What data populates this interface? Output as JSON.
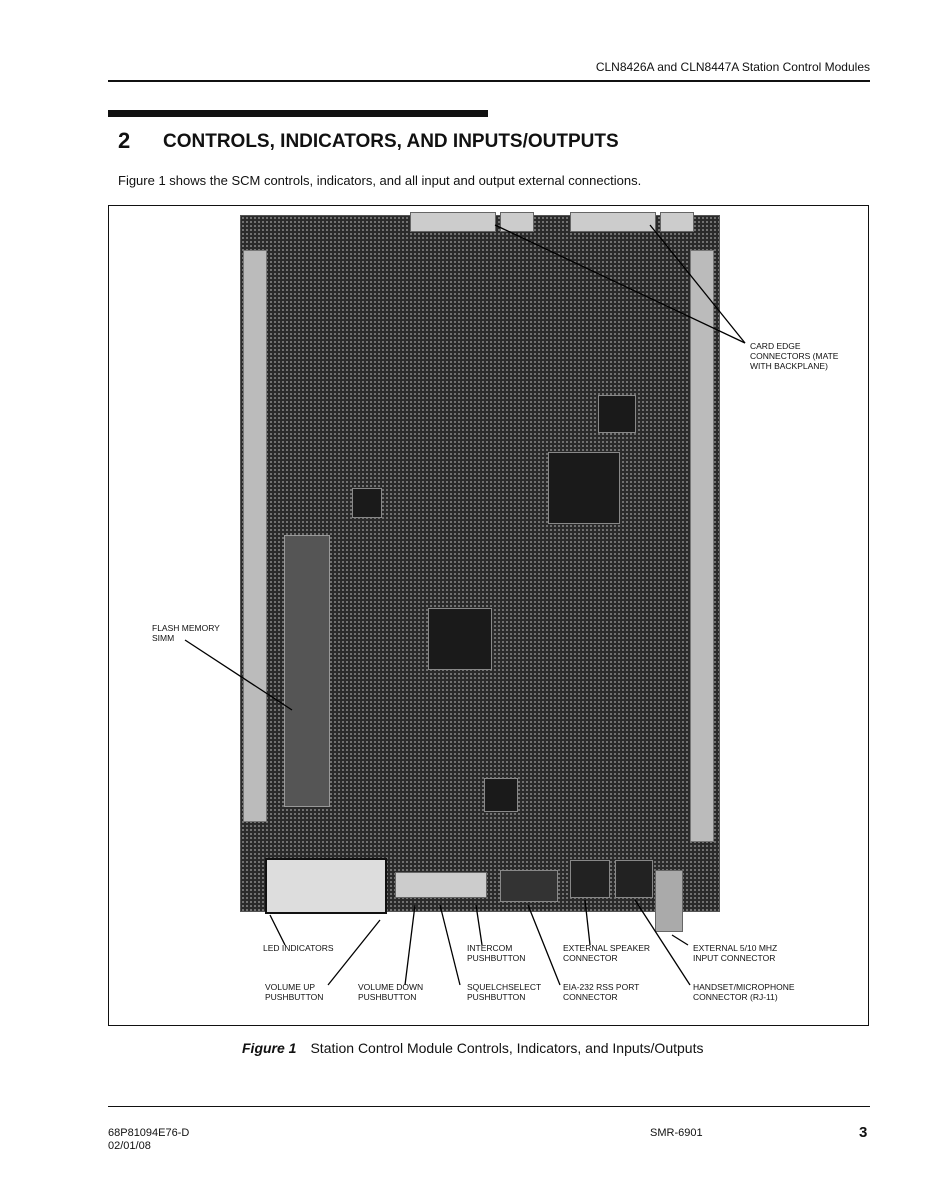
{
  "header": {
    "title": "CLN8426A and CLN8447A Station Control Modules"
  },
  "section": {
    "number": "2",
    "title": "CONTROLS, INDICATORS, AND INPUTS/OUTPUTS"
  },
  "intro": "Figure 1 shows the SCM controls, indicators, and all input and output external connections.",
  "figure": {
    "labels": {
      "card_edge": [
        "CARD EDGE",
        "CONNECTORS (MATE",
        "WITH BACKPLANE)"
      ],
      "flash": [
        "FLASH MEMORY",
        "SIMM"
      ],
      "led": [
        "LED INDICATORS"
      ],
      "vol_up": [
        "VOLUME UP",
        "PUSHBUTTON"
      ],
      "vol_down": [
        "VOLUME DOWN",
        "PUSHBUTTON"
      ],
      "intercom": [
        "INTERCOM",
        "PUSHBUTTON"
      ],
      "squelch": [
        "SQUELCHSELECT",
        "PUSHBUTTON"
      ],
      "speaker": [
        "EXTERNAL SPEAKER",
        "CONNECTOR"
      ],
      "eia": [
        "EIA-232 RSS PORT",
        "CONNECTOR"
      ],
      "ext_ref": [
        "EXTERNAL 5/10 MHZ",
        "INPUT CONNECTOR"
      ],
      "handset": [
        "HANDSET/MICROPHONE",
        "CONNECTOR  (RJ-11)"
      ]
    },
    "caption_label": "Figure 1",
    "caption_text": "Station Control Module Controls, Indicators, and Inputs/Outputs"
  },
  "footer": {
    "doc_number": "68P81094E76-D",
    "date": "02/01/08",
    "center": "SMR-6901",
    "page": "3"
  }
}
